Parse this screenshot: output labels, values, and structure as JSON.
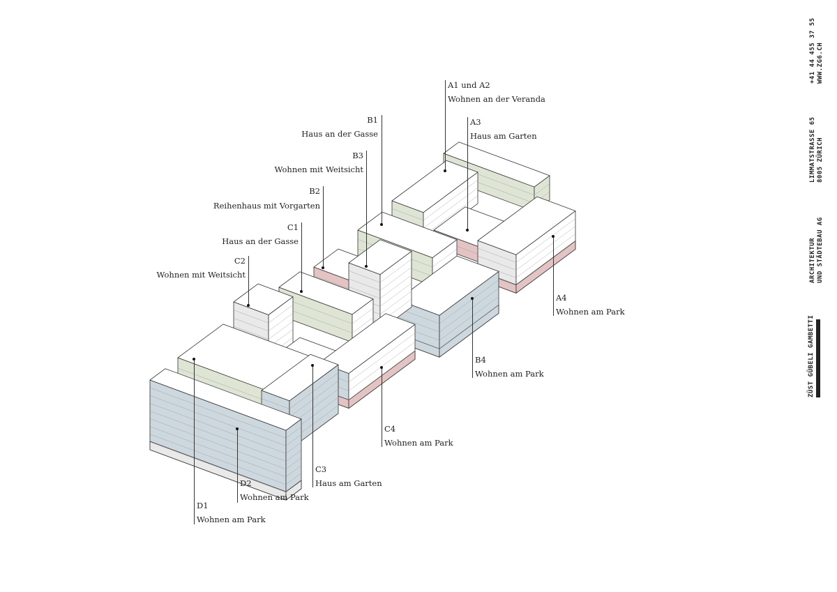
{
  "labels": {
    "a1a2": {
      "code": "A1 und A2",
      "name": "Wohnen an der Veranda"
    },
    "b1": {
      "code": "B1",
      "name": "Haus an der Gasse"
    },
    "a3": {
      "code": "A3",
      "name": "Haus am Garten"
    },
    "b3": {
      "code": "B3",
      "name": "Wohnen mit Weitsicht"
    },
    "b2": {
      "code": "B2",
      "name": "Reihenhaus mit Vorgarten"
    },
    "c1": {
      "code": "C1",
      "name": "Haus an der Gasse"
    },
    "c2": {
      "code": "C2",
      "name": "Wohnen mit Weitsicht"
    },
    "a4": {
      "code": "A4",
      "name": "Wohnen am Park"
    },
    "b4": {
      "code": "B4",
      "name": "Wohnen am Park"
    },
    "c4": {
      "code": "C4",
      "name": "Wohnen am Park"
    },
    "c3": {
      "code": "C3",
      "name": "Haus am Garten"
    },
    "d2": {
      "code": "D2",
      "name": "Wohnen am Park"
    },
    "d1": {
      "code": "D1",
      "name": "Wohnen am Park"
    }
  },
  "sidebar": {
    "phone": "+41 44 455 37 55",
    "web": "WWW.ZG6.CH",
    "street": "LIMMATSTRASSE 65",
    "city": "8005 ZÜRICH",
    "type1": "ARCHITEKTUR",
    "type2": "UND STÄDTEBAU AG",
    "firm": "ZÜST GÜBELI GAMBETTI"
  },
  "colors": {
    "green": "#dfe5d5",
    "blue": "#cdd7de",
    "pink": "#e3c3c3",
    "grey": "#e9e9e9",
    "white": "#ffffff",
    "line": "#333333"
  }
}
